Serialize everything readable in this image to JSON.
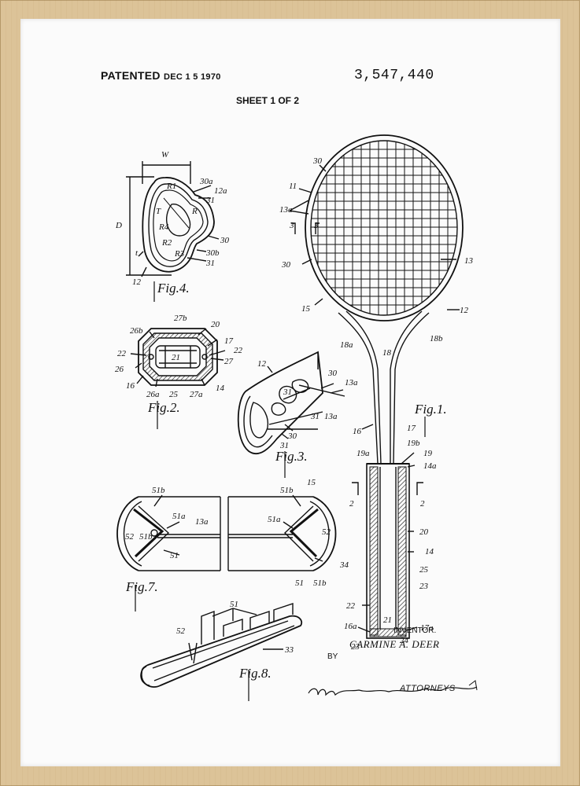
{
  "header": {
    "patented_label": "PATENTED",
    "patented_date": "DEC 1 5 1970",
    "patent_number": "3,547,440",
    "sheet": "SHEET 1 OF 2"
  },
  "figures": {
    "fig1": "Fig.1.",
    "fig2": "Fig.2.",
    "fig3": "Fig.3.",
    "fig4": "Fig.4.",
    "fig7": "Fig.7.",
    "fig8": "Fig.8."
  },
  "dimension_letters": {
    "w": "W",
    "d": "D",
    "t": "t",
    "T": "T",
    "R": "R",
    "R1": "R1",
    "R2": "R2",
    "R3": "R3",
    "R4": "R4"
  },
  "reference_numerals": {
    "n11": "11",
    "n12": "12",
    "n12a": "12a",
    "n13": "13",
    "n13a": "13a",
    "n14": "14",
    "n14a": "14a",
    "n15": "15",
    "n16": "16",
    "n16a": "16a",
    "n17": "17",
    "n17a": "17a",
    "n18": "18",
    "n18a": "18a",
    "n18b": "18b",
    "n19": "19",
    "n19a": "19a",
    "n19b": "19b",
    "n20": "20",
    "n21": "21",
    "n22": "22",
    "n23": "23",
    "n24": "24",
    "n25": "25",
    "n26": "26",
    "n26a": "26a",
    "n26b": "26b",
    "n27": "27",
    "n27a": "27a",
    "n27b": "27b",
    "n30": "30",
    "n30a": "30a",
    "n30b": "30b",
    "n31": "31",
    "n33": "33",
    "n34": "34",
    "n51": "51",
    "n51a": "51a",
    "n51b": "51b",
    "n52": "52",
    "n2": "2",
    "n3": "3"
  },
  "footer": {
    "inventor_label": "INVENTOR.",
    "inventor_name": "CARMINE A. DEER",
    "by": "BY",
    "attorneys_signature": "Wood McElhinney Brooks & Fitzpatrick",
    "attorneys": "ATTORNEYS"
  }
}
